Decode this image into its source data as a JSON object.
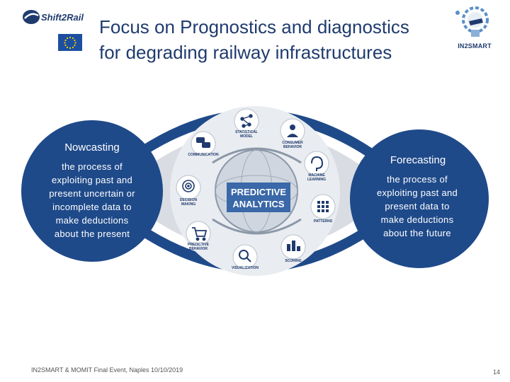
{
  "title": {
    "line1": "Focus on Prognostics and diagnostics",
    "line2": "for degrading railway infrastructures"
  },
  "logos": {
    "left_logo_text": "Shift2Rail",
    "right_logo_text": "IN2SMART"
  },
  "nowcasting": {
    "title": "Nowcasting",
    "body_lines": [
      "the process of",
      "exploiting past and",
      "present uncertain or",
      "incomplete data to",
      "make deductions",
      "about the present"
    ]
  },
  "forecasting": {
    "title": "Forecasting",
    "body_lines": [
      "the process of",
      "exploiting past and",
      "present data to",
      "make deductions",
      "about the future"
    ]
  },
  "predictive_analytics": {
    "center_line1": "PREDICTIVE",
    "center_line2": "ANALYTICS",
    "icons": [
      {
        "label_line1": "STATISTICAL",
        "label_line2": "MODEL",
        "icon": "network-icon"
      },
      {
        "label_line1": "CONSUMER",
        "label_line2": "BEHAVIOR",
        "icon": "person-icon"
      },
      {
        "label_line1": "MACHINE",
        "label_line2": "LEARNING",
        "icon": "brain-icon"
      },
      {
        "label_line1": "PATTERNS",
        "label_line2": "",
        "icon": "grid-icon"
      },
      {
        "label_line1": "SCORING",
        "label_line2": "",
        "icon": "bar-chart-icon"
      },
      {
        "label_line1": "VISUALIZATION",
        "label_line2": "",
        "icon": "magnifier-icon"
      },
      {
        "label_line1": "PREDICTIVE",
        "label_line2": "BEHAVIOR",
        "icon": "cart-icon"
      },
      {
        "label_line1": "DECISION",
        "label_line2": "MAKING",
        "icon": "target-icon"
      },
      {
        "label_line1": "COMMUNICATION",
        "label_line2": "",
        "icon": "speech-bubbles-icon"
      }
    ]
  },
  "colors": {
    "dark_blue": "#1f4a8a",
    "navy": "#1f3b6e",
    "light_gray": "#e4e7ec"
  },
  "footer": {
    "text": "IN2SMART & MOMIT Final Event,  Naples 10/10/2019",
    "page_number": "14"
  }
}
